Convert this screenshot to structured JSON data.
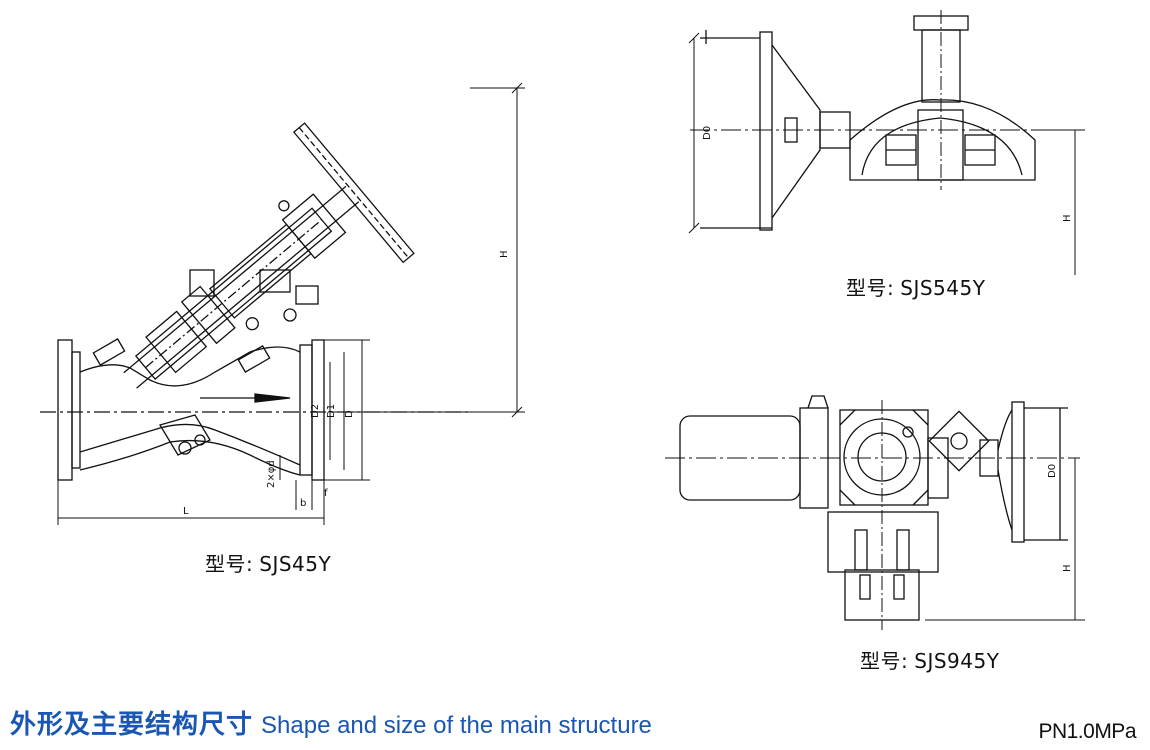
{
  "diagrams": [
    {
      "id": "sjs45y",
      "caption_prefix": "型号:",
      "caption_model": "SJS45Y",
      "dimension_labels": [
        "H",
        "L",
        "D2",
        "D1",
        "D",
        "2×φd",
        "f",
        "b"
      ]
    },
    {
      "id": "sjs545y",
      "caption_prefix": "型号:",
      "caption_model": "SJS545Y",
      "dimension_labels": [
        "D0",
        "H"
      ]
    },
    {
      "id": "sjs945y",
      "caption_prefix": "型号:",
      "caption_model": "SJS945Y",
      "dimension_labels": [
        "D0",
        "H"
      ]
    }
  ],
  "footer": {
    "title_cn": "外形及主要结构尺寸",
    "title_en": "Shape and size of the main structure",
    "pressure_rating": "PN1.0MPa",
    "title_color": "#1a56b3"
  }
}
